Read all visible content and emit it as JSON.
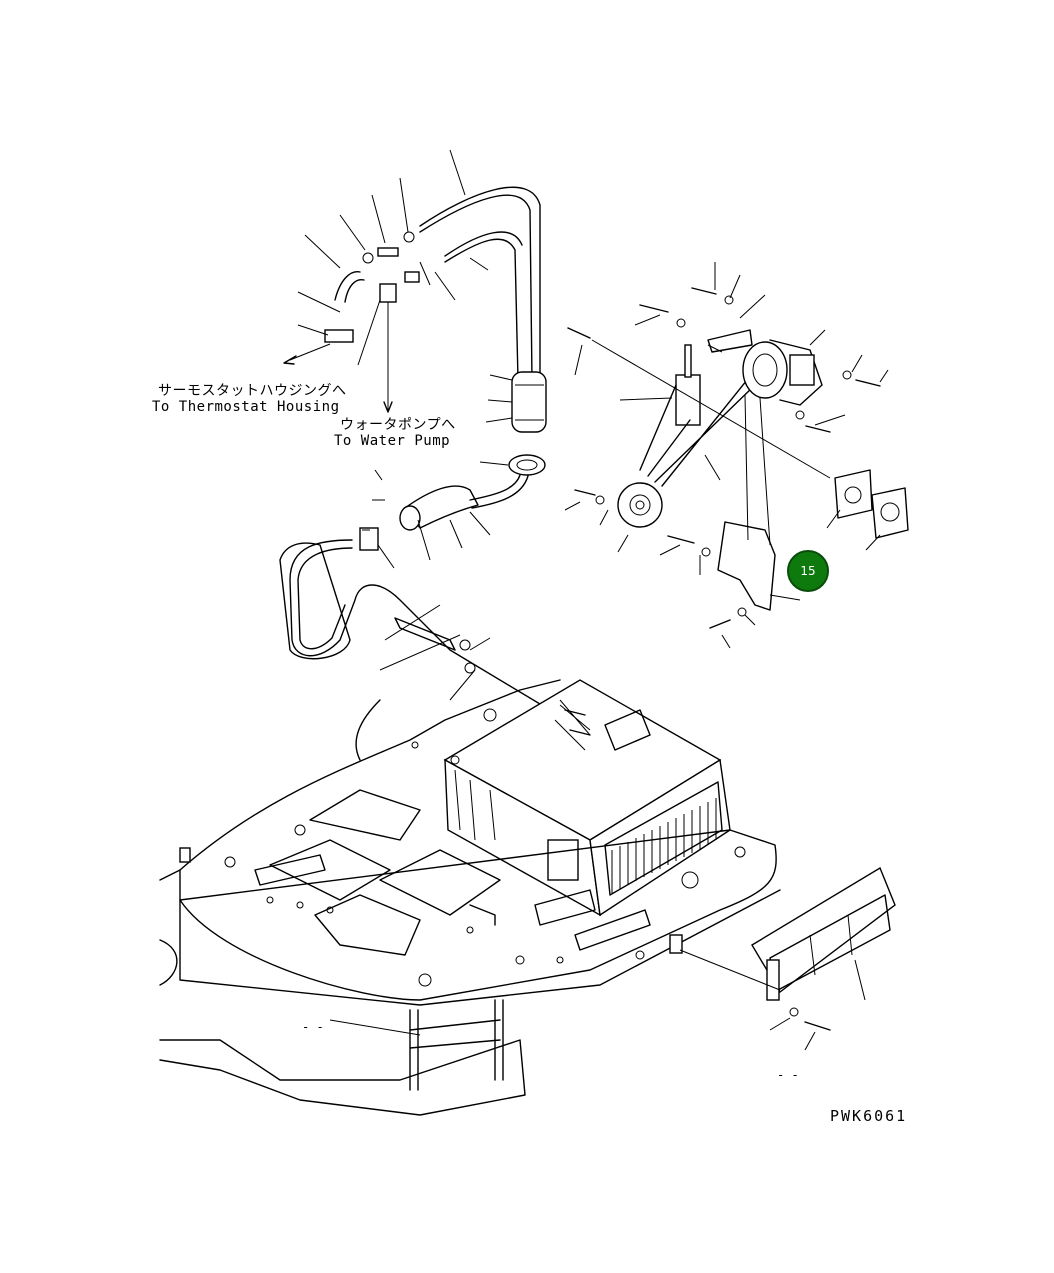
{
  "labels": {
    "thermostat_jp": "サーモスタットハウジングへ",
    "thermostat_en": "To Thermostat Housing",
    "waterpump_jp": "ウォータポンプへ",
    "waterpump_en": "To Water Pump"
  },
  "callout": {
    "number": "15",
    "color": "#0e7a0e"
  },
  "drawing_code": "PWK6061",
  "dash_marks": [
    "- -",
    "- -"
  ]
}
